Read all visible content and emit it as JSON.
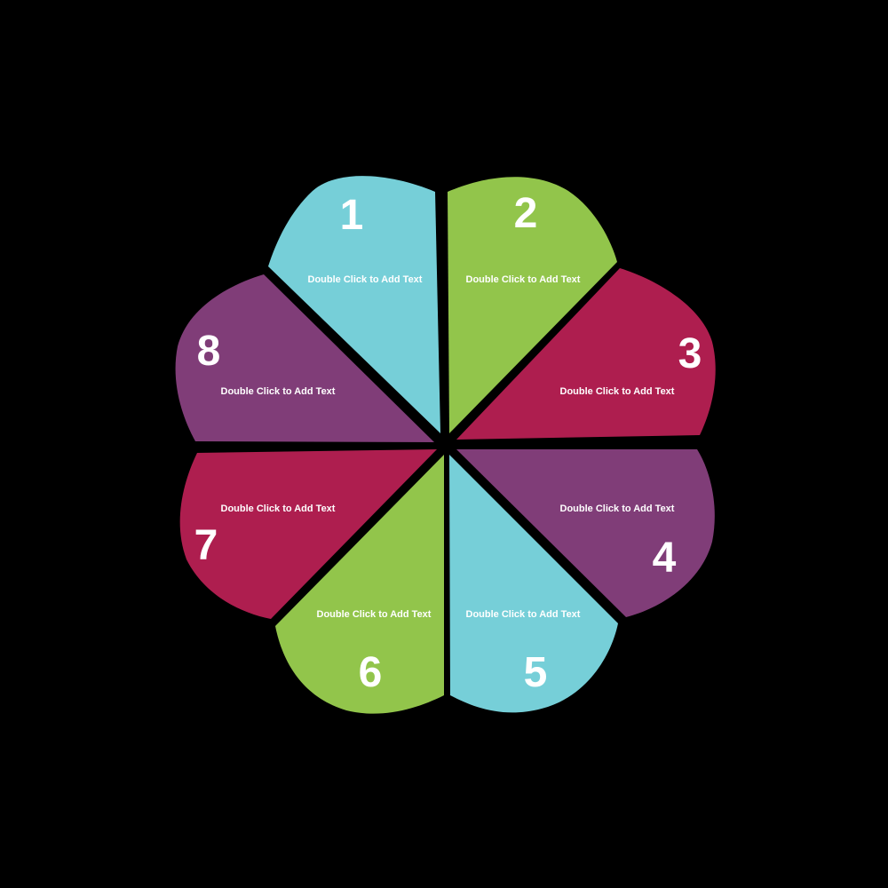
{
  "diagram": {
    "type": "eight-petal flower / radial segment diagram",
    "background": "#000000",
    "colors": {
      "teal": "#76CFD8",
      "green": "#92C54B",
      "crimson": "#AE1E4F",
      "purple": "#803D78",
      "text": "#FFFFFF"
    },
    "petals": [
      {
        "number": "1",
        "label": "Double Click to Add Text",
        "color": "#76CFD8"
      },
      {
        "number": "2",
        "label": "Double Click to Add Text",
        "color": "#92C54B"
      },
      {
        "number": "3",
        "label": "Double Click to Add Text",
        "color": "#AE1E4F"
      },
      {
        "number": "4",
        "label": "Double Click to Add Text",
        "color": "#803D78"
      },
      {
        "number": "5",
        "label": "Double Click to Add Text",
        "color": "#76CFD8"
      },
      {
        "number": "6",
        "label": "Double Click to Add Text",
        "color": "#92C54B"
      },
      {
        "number": "7",
        "label": "Double Click to Add Text",
        "color": "#AE1E4F"
      },
      {
        "number": "8",
        "label": "Double Click to Add Text",
        "color": "#803D78"
      }
    ]
  }
}
